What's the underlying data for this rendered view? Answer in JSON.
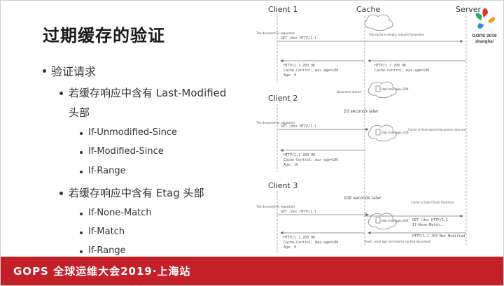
{
  "slide": {
    "title": "过期缓存的验证",
    "bullets": {
      "l1": "验证请求",
      "l2a": "若缓存响应中含有 Last-Modified",
      "l2a_cont": "头部",
      "l3a1": "If-Unmodified-Since",
      "l3a2": "If-Modified-Since",
      "l3a3": "If-Range",
      "l2b": "若缓存响应中含有 Etag 头部",
      "l3b1": "If-None-Match",
      "l3b2": "If-Match",
      "l3b3": "If-Range"
    },
    "footer": "GOPS 全球运维大会2019·上海站"
  },
  "logo": {
    "line1": "GOPS 2019",
    "line2": "shanghai",
    "colors": [
      "#e63329",
      "#f39c12",
      "#2e86de",
      "#27ae60"
    ]
  },
  "diagram": {
    "headers": {
      "client": "Client 1",
      "cache": "Cache",
      "server": "Server"
    },
    "s1": {
      "note_left": "The document is requested",
      "get": "GET /doc HTTP/1.1",
      "cache_note": "The cache is empty; request forwarded",
      "server_resp": [
        "HTTP/1.1 200 OK",
        "Cache-Control: max-age=100"
      ],
      "client_resp": [
        "HTTP/1.1 200 OK",
        "Cache-Control: max-age=100",
        "Age: 0"
      ],
      "stored_note": "Document stored",
      "doc_label": "/doc max-age=100"
    },
    "s2": {
      "label": "Client 2",
      "later": "10 seconds later",
      "note_left": "The document is requested",
      "get": "GET /doc HTTP/1.1",
      "doc_label": "/doc max-age=100",
      "cache_note": "Cache is fresh stored document returned",
      "resp": [
        "HTTP/1.1 200 OK",
        "Cache-Control: max-age=100",
        "Age: 10"
      ]
    },
    "s3": {
      "label": "Client 3",
      "later": "100 seconds later",
      "note_left": "The document is requested",
      "get": "GET /doc HTTP/1.1",
      "cache_note": "Cache is stale Check freshness",
      "doc_label": "/doc max-age=100",
      "cond": [
        "GET /doc HTTP/1.1",
        "If-None-Match..."
      ],
      "not_modified": "HTTP/1.1 304 Not Modified",
      "resp": [
        "HTTP/1.1 200 OK",
        "Cache-Control: max-age=100",
        "Age: 0"
      ],
      "reset_note": "Fresh: reset age and returns cached document"
    }
  }
}
